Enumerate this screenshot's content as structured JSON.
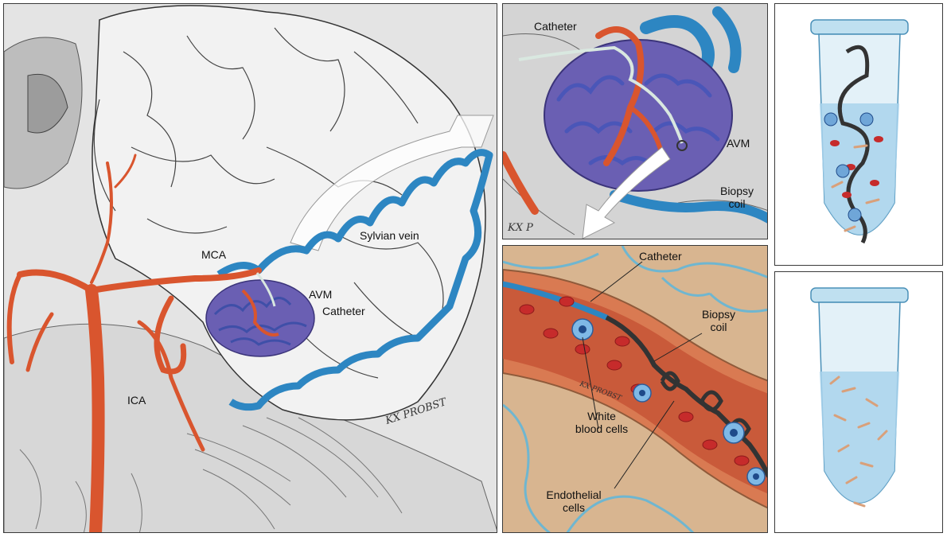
{
  "brain_panel": {
    "labels": {
      "sylvian_vein": "Sylvian vein",
      "mca": "MCA",
      "avm": "AVM",
      "catheter": "Catheter",
      "ica": "ICA"
    },
    "signature": "KX PROBST"
  },
  "avm_panel": {
    "labels": {
      "catheter": "Catheter",
      "avm": "AVM",
      "biopsy_coil_line1": "Biopsy",
      "biopsy_coil_line2": "coil"
    },
    "signature": "KX P"
  },
  "vessel_panel": {
    "labels": {
      "catheter": "Catheter",
      "biopsy_coil_line1": "Biopsy",
      "biopsy_coil_line2": "coil",
      "wbc_line1": "White",
      "wbc_line2": "blood cells",
      "endo_line1": "Endothelial",
      "endo_line2": "cells"
    },
    "signature": "KX PROBST"
  },
  "colors": {
    "artery": "#d9552e",
    "vein": "#2d86c2",
    "avm": "#6a5fb3",
    "tube": "#cfe6f3"
  }
}
